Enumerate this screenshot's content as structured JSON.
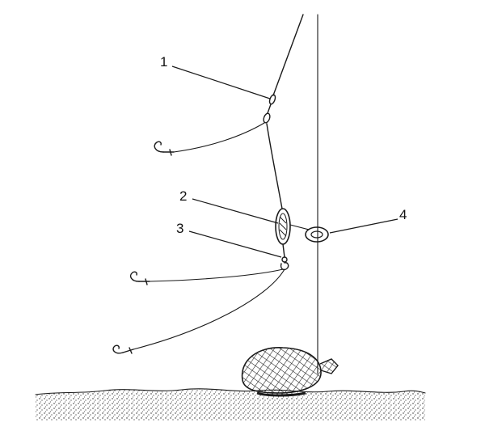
{
  "callouts": [
    {
      "label": "1"
    },
    {
      "label": "2"
    },
    {
      "label": "3"
    },
    {
      "label": "4"
    }
  ],
  "colors": {
    "ink": "#1a1a1a",
    "background": "#ffffff"
  },
  "icons": [
    "hook-icon",
    "swivel-icon",
    "sinker-icon",
    "ring-icon",
    "bait-net-icon"
  ]
}
